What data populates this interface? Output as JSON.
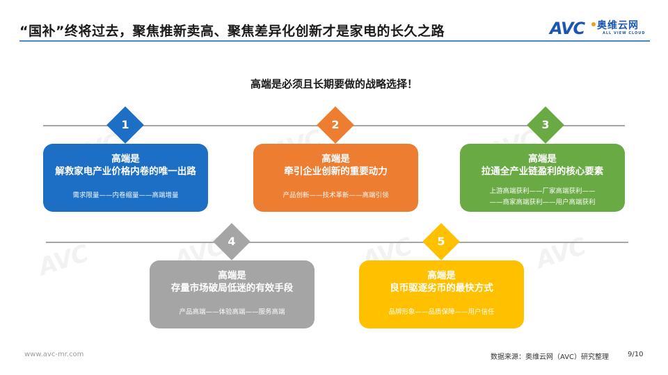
{
  "header": {
    "title": "“国补”终将过去，聚焦推新卖高、聚焦差异化创新才是家电的长久之路",
    "logo": {
      "mark": "AVC",
      "name_cn": "奥维云网",
      "name_en": "ALL VIEW CLOUD"
    },
    "accent_color": "#4a86c8"
  },
  "subtitle": "高端是必须且长期要做的战略选择！",
  "cards": [
    {
      "number": "1",
      "color": "#1c6fc4",
      "heading": "高端是",
      "statement": "解救家电产业价格内卷的唯一出路",
      "chain": "需求限量——内卷缩量——高端增量"
    },
    {
      "number": "2",
      "color": "#ed7d31",
      "heading": "高端是",
      "statement": "牵引企业创新的重要动力",
      "chain": "产品创新——技术革新——高端引领"
    },
    {
      "number": "3",
      "color": "#6aaa45",
      "heading": "高端是",
      "statement": "拉通全产业链盈利的核心要素",
      "chain": "上游高端获利——厂家高端获利——",
      "chain2": "——商家高端获利——用户高端获利"
    },
    {
      "number": "4",
      "color": "#a5a5a5",
      "heading": "高端是",
      "statement": "存量市场破局低迷的有效手段",
      "chain": "产品高端——体验高端——服务高端"
    },
    {
      "number": "5",
      "color": "#ffc000",
      "heading": "高端是",
      "statement": "良币驱逐劣币的最快方式",
      "chain": "品牌形象——品质保障——用户信任"
    }
  ],
  "watermark": {
    "mark": "AVC",
    "name_cn": "奥维云网"
  },
  "footer": {
    "url": "www.avc-mr.com",
    "source": "数据来源：奥维云网（AVC）研究整理",
    "page": "9/10"
  }
}
